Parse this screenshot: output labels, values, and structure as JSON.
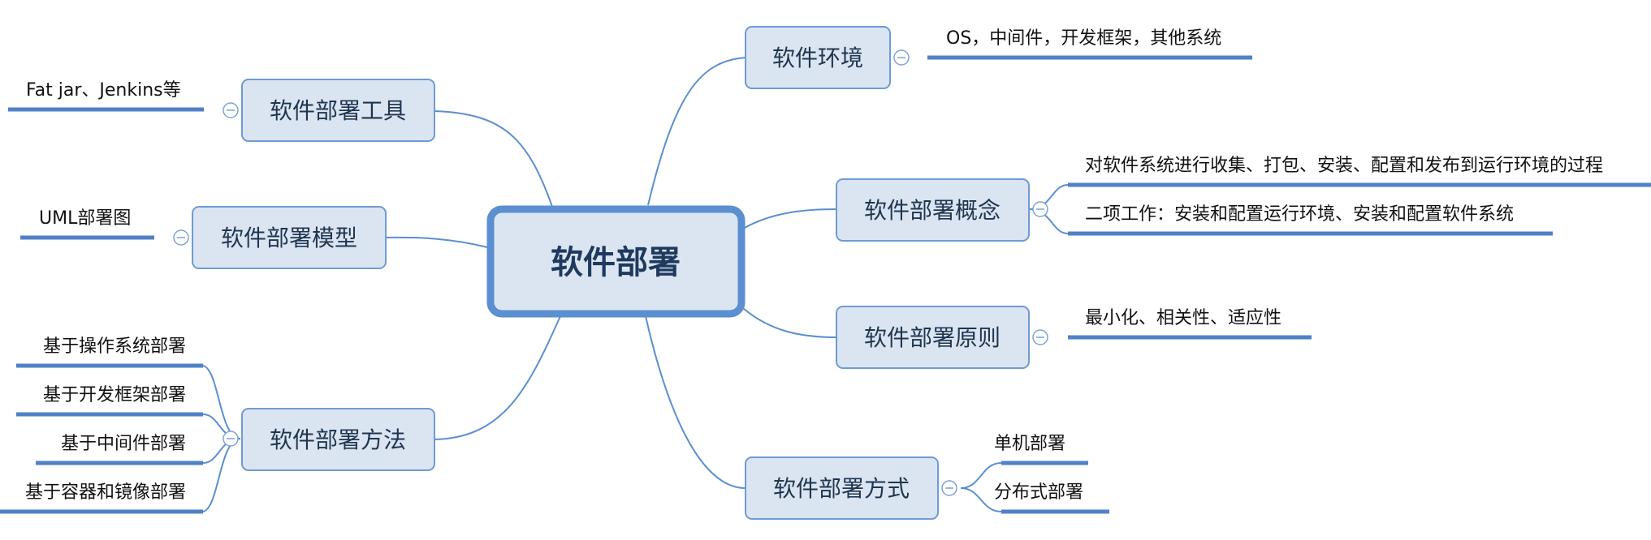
{
  "root": {
    "label": "软件部署"
  },
  "branches": {
    "tools": {
      "label": "软件部署工具",
      "leaves": [
        "Fat jar、Jenkins等"
      ]
    },
    "model": {
      "label": "软件部署模型",
      "leaves": [
        "UML部署图"
      ]
    },
    "methods": {
      "label": "软件部署方法",
      "leaves": [
        "基于操作系统部署",
        "基于开发框架部署",
        "基于中间件部署",
        "基于容器和镜像部署"
      ]
    },
    "env": {
      "label": "软件环境",
      "leaves": [
        "OS，中间件，开发框架，其他系统"
      ]
    },
    "concept": {
      "label": "软件部署概念",
      "leaves": [
        "对软件系统进行收集、打包、安装、配置和发布到运行环境的过程",
        "二项工作：安装和配置运行环境、安装和配置软件系统"
      ]
    },
    "principles": {
      "label": "软件部署原则",
      "leaves": [
        "最小化、相关性、适应性"
      ]
    },
    "modes": {
      "label": "软件部署方式",
      "leaves": [
        "单机部署",
        "分布式部署"
      ]
    }
  }
}
